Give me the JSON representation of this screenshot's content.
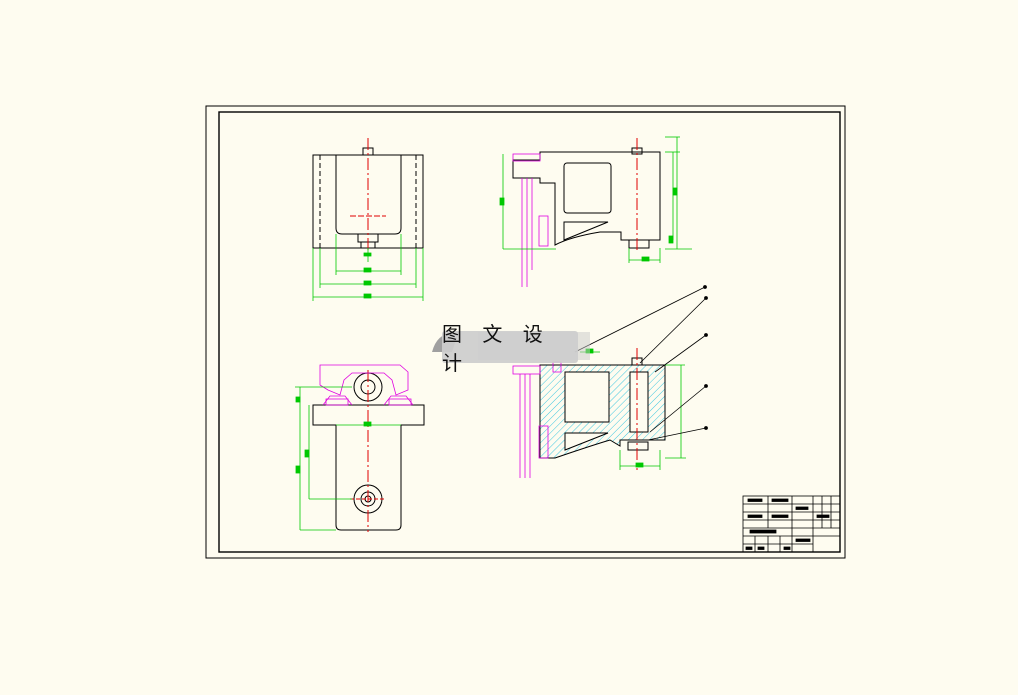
{
  "watermark": {
    "text": "图 文 设 计"
  },
  "colors": {
    "background": "#fefcf0",
    "outline": "#000000",
    "dimension": "#00c800",
    "centerline": "#e00000",
    "auxiliary": "#e000e0",
    "hatch": "#40c8e0"
  },
  "drawing": {
    "views": [
      "front-view",
      "side-view",
      "bottom-view",
      "section-view"
    ],
    "title_block": true
  }
}
